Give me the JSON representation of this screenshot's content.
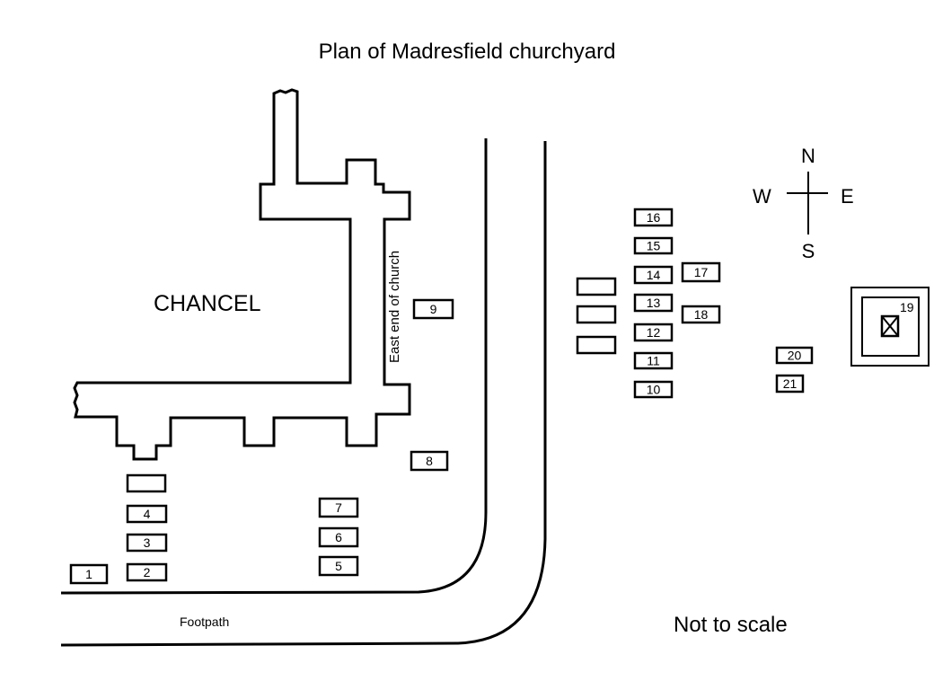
{
  "title": "Plan of Madresfield churchyard",
  "chancel_label": "CHANCEL",
  "east_end_label": "East end of church",
  "footpath_label": "Footpath",
  "scale_note": "Not to scale",
  "compass": {
    "north": "N",
    "south": "S",
    "east": "E",
    "west": "W"
  },
  "graves": [
    {
      "id": "1",
      "label": "1"
    },
    {
      "id": "2",
      "label": "2"
    },
    {
      "id": "3",
      "label": "3"
    },
    {
      "id": "4",
      "label": "4"
    },
    {
      "id": "5",
      "label": "5"
    },
    {
      "id": "6",
      "label": "6"
    },
    {
      "id": "7",
      "label": "7"
    },
    {
      "id": "8",
      "label": "8"
    },
    {
      "id": "9",
      "label": "9"
    },
    {
      "id": "10",
      "label": "10"
    },
    {
      "id": "11",
      "label": "11"
    },
    {
      "id": "12",
      "label": "12"
    },
    {
      "id": "13",
      "label": "13"
    },
    {
      "id": "14",
      "label": "14"
    },
    {
      "id": "15",
      "label": "15"
    },
    {
      "id": "16",
      "label": "16"
    },
    {
      "id": "17",
      "label": "17"
    },
    {
      "id": "18",
      "label": "18"
    },
    {
      "id": "19",
      "label": "19"
    },
    {
      "id": "20",
      "label": "20"
    },
    {
      "id": "21",
      "label": "21"
    }
  ],
  "unnumbered_graves": 4
}
